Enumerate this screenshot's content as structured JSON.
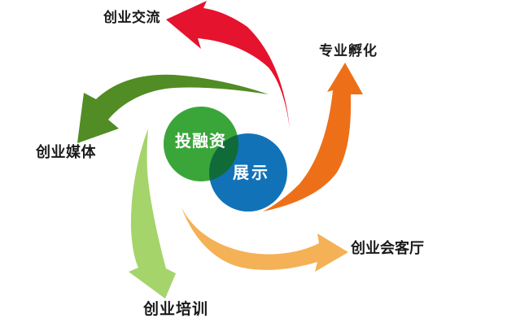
{
  "diagram": {
    "background": "#ffffff",
    "label_color": "#1a1a1a",
    "center_circles": [
      {
        "label": "投融资",
        "color": "#3aa63a"
      },
      {
        "label": "展示",
        "color": "#1172b8"
      }
    ],
    "overlap_color": "#116b39",
    "circle_text_color": "#ffffff",
    "spokes": [
      {
        "label": "创业交流",
        "color": "#e5132e",
        "direction": "top-left"
      },
      {
        "label": "专业孵化",
        "color": "#ed7018",
        "direction": "top-right"
      },
      {
        "label": "创业媒体",
        "color": "#518c24",
        "direction": "left"
      },
      {
        "label": "创业培训",
        "color": "#a5d46b",
        "direction": "bottom"
      },
      {
        "label": "创业会客厅",
        "color": "#f4b156",
        "direction": "bottom-right"
      }
    ]
  }
}
